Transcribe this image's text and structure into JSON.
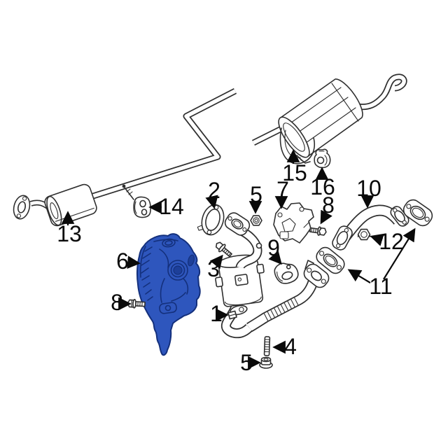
{
  "diagram": {
    "background_color": "#ffffff",
    "line_color": "#2f2f2f",
    "callout_color": "#0a0a0a",
    "highlight_fill_color": "#2e56bd",
    "highlight_line_color": "#14307c",
    "highlighted_callout": "6",
    "callouts": [
      {
        "label": "13"
      },
      {
        "label": "14"
      },
      {
        "label": "15"
      },
      {
        "label": "16"
      },
      {
        "label": "2"
      },
      {
        "label": "5"
      },
      {
        "label": "7"
      },
      {
        "label": "8"
      },
      {
        "label": "10"
      },
      {
        "label": "12"
      },
      {
        "label": "11"
      },
      {
        "label": "3"
      },
      {
        "label": "9"
      },
      {
        "label": "6"
      },
      {
        "label": "8"
      },
      {
        "label": "1"
      },
      {
        "label": "4"
      },
      {
        "label": "5"
      }
    ]
  }
}
